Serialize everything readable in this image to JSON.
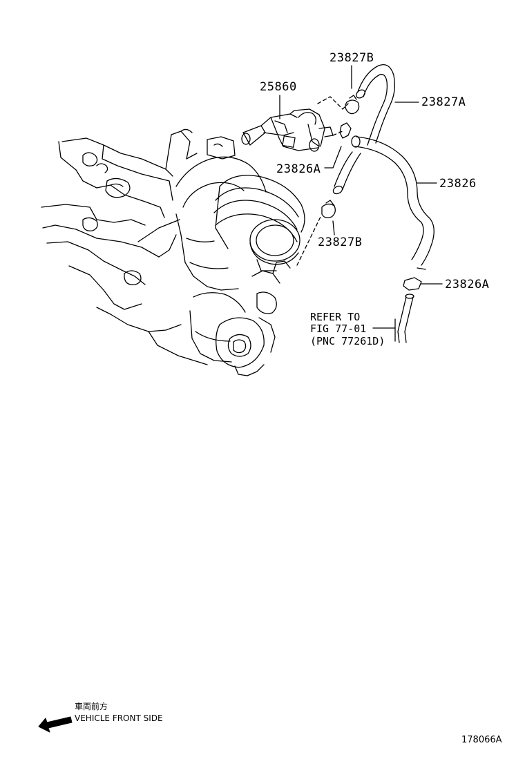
{
  "parts": {
    "p23827B_top": "23827B",
    "p25860": "25860",
    "p23827A": "23827A",
    "p23826A_left": "23826A",
    "p23826": "23826",
    "p23827B_mid": "23827B",
    "p23826A_right": "23826A"
  },
  "reference": {
    "line1": "REFER TO",
    "line2": "FIG 77-01",
    "line3": "(PNC 77261D)"
  },
  "direction": {
    "jp": "車両前方",
    "en": "VEHICLE FRONT SIDE"
  },
  "illustration_id": "178066A"
}
